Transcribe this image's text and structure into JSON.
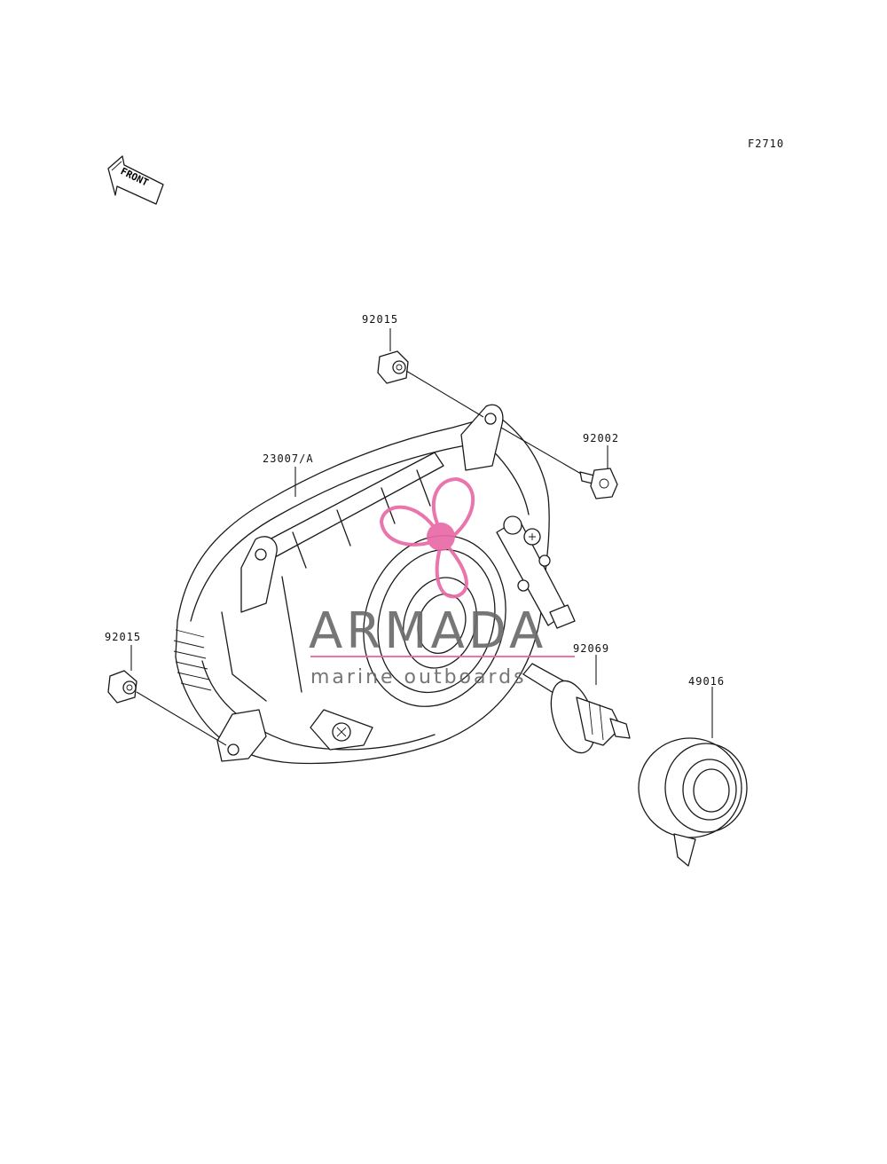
{
  "figure_code": "F2710",
  "front_arrow": {
    "label": "FRONT"
  },
  "parts": [
    {
      "id": "p1",
      "number": "92015"
    },
    {
      "id": "p2",
      "number": "92002"
    },
    {
      "id": "p3",
      "number": "23007/A"
    },
    {
      "id": "p4",
      "number": "92015"
    },
    {
      "id": "p5",
      "number": "92069"
    },
    {
      "id": "p6",
      "number": "49016"
    }
  ],
  "watermark": {
    "brand": "ARMADA",
    "tagline": "marine outboards",
    "brand_color": "#6b6b6b",
    "accent_color": "#e86aa6"
  }
}
